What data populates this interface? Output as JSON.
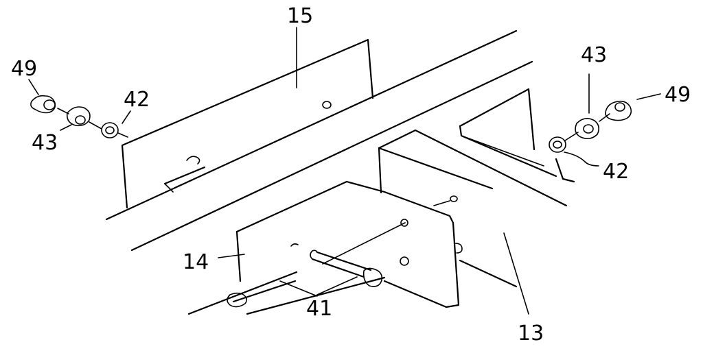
{
  "figure": {
    "labels": {
      "rail_upper": "15",
      "plate_lower": "14",
      "frame_block": "13",
      "pins": "41",
      "washer_left": "42",
      "nut_left": "43",
      "bolt_left": "49",
      "washer_right": "42",
      "nut_right": "43",
      "bolt_right": "49"
    }
  }
}
